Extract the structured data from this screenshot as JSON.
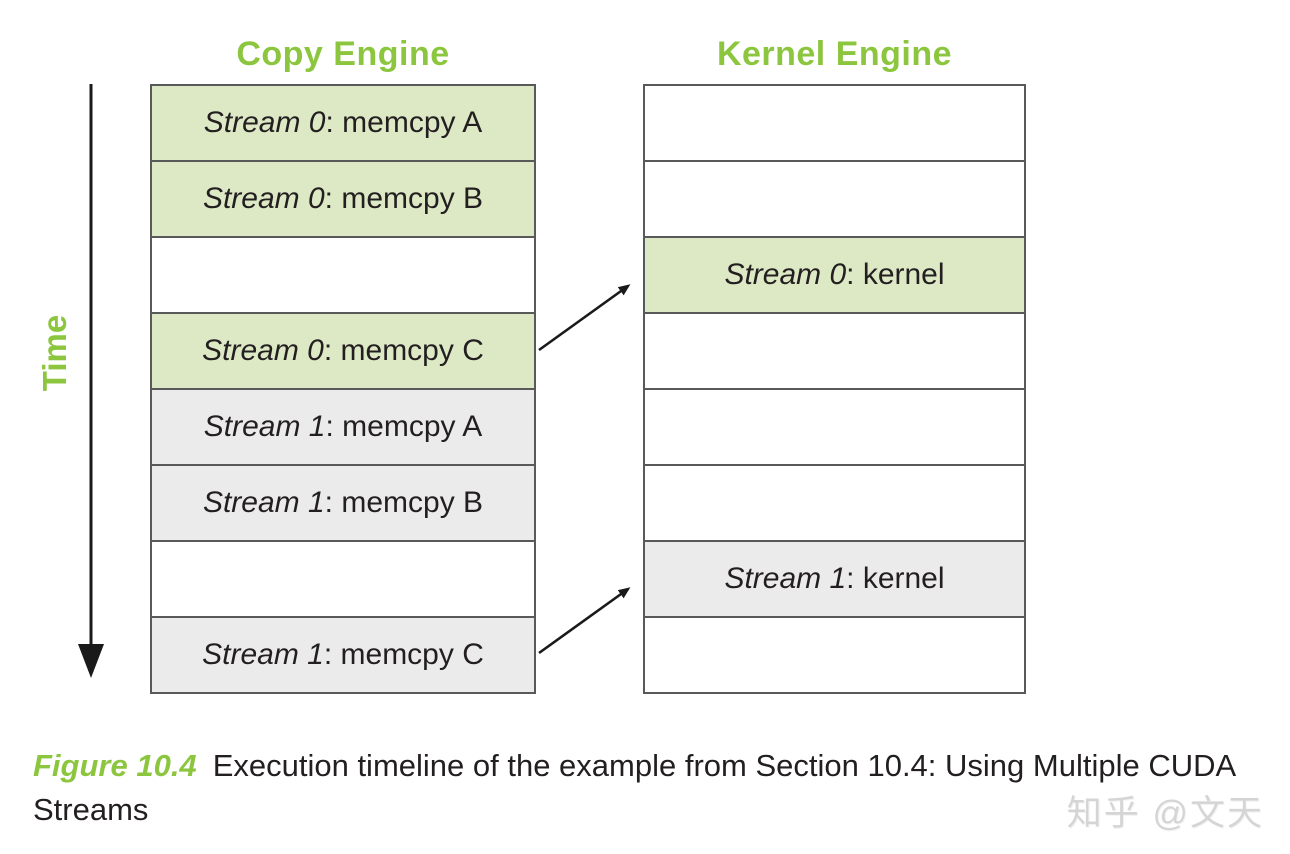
{
  "time_axis": {
    "label": "Time"
  },
  "copy_engine": {
    "title": "Copy Engine",
    "rows": [
      {
        "stream": "Stream 0",
        "task": ": memcpy A",
        "fill": "green"
      },
      {
        "stream": "Stream 0",
        "task": ": memcpy B",
        "fill": "green"
      },
      {
        "stream": "",
        "task": "",
        "fill": "none"
      },
      {
        "stream": "Stream 0",
        "task": ": memcpy C",
        "fill": "green"
      },
      {
        "stream": "Stream 1",
        "task": ": memcpy A",
        "fill": "gray"
      },
      {
        "stream": "Stream 1",
        "task": ": memcpy B",
        "fill": "gray"
      },
      {
        "stream": "",
        "task": "",
        "fill": "none"
      },
      {
        "stream": "Stream 1",
        "task": ": memcpy C",
        "fill": "gray"
      }
    ]
  },
  "kernel_engine": {
    "title": "Kernel Engine",
    "rows": [
      {
        "stream": "",
        "task": "",
        "fill": "none"
      },
      {
        "stream": "",
        "task": "",
        "fill": "none"
      },
      {
        "stream": "Stream 0",
        "task": ": kernel",
        "fill": "green"
      },
      {
        "stream": "",
        "task": "",
        "fill": "none"
      },
      {
        "stream": "",
        "task": "",
        "fill": "none"
      },
      {
        "stream": "",
        "task": "",
        "fill": "none"
      },
      {
        "stream": "Stream 1",
        "task": ": kernel",
        "fill": "gray"
      },
      {
        "stream": "",
        "task": "",
        "fill": "none"
      }
    ]
  },
  "arrows": [
    {
      "from": "Stream 0: memcpy C",
      "to": "Stream 0: kernel"
    },
    {
      "from": "Stream 1: memcpy C",
      "to": "Stream 1: kernel"
    }
  ],
  "caption": {
    "figure_label": "Figure 10.4",
    "text": "Execution timeline of the example from Section 10.4: Using Multiple CUDA Streams"
  },
  "watermark": "知乎 @文天",
  "colors": {
    "accent_green": "#8cc63f",
    "cell_green": "#dde8c5",
    "cell_gray": "#ebebeb",
    "border": "#58595b",
    "text": "#231f20",
    "arrow": "#1a1a1a",
    "watermark": "#d5d5d5"
  }
}
